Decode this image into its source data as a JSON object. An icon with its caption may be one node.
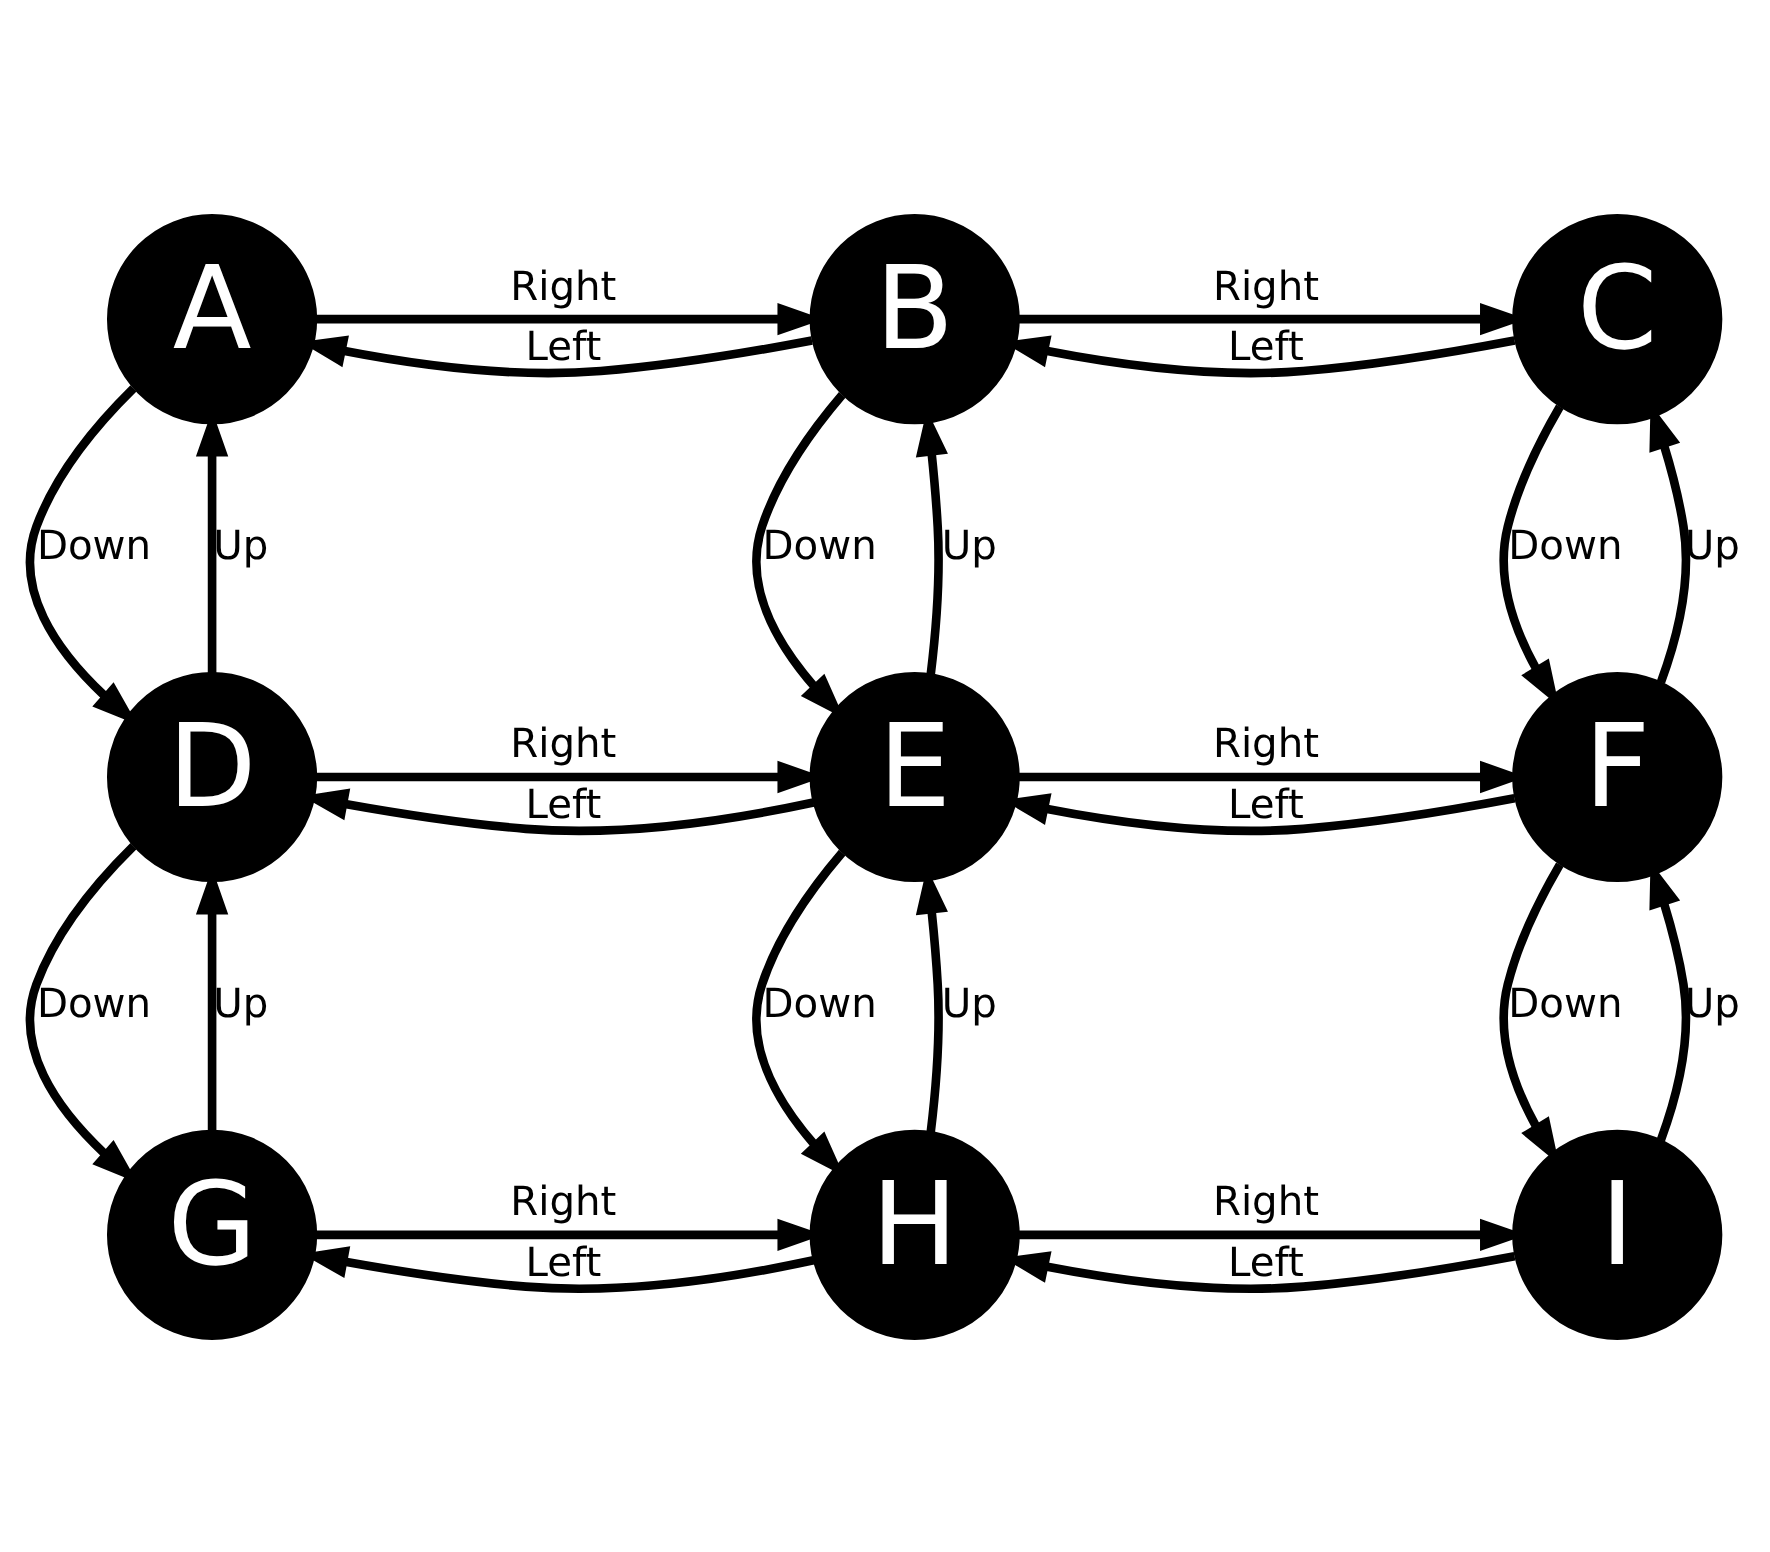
{
  "diagram": {
    "nodes": [
      {
        "text": [
          "A"
        ]
      },
      {
        "text": [
          "B"
        ]
      },
      {
        "text": [
          "C"
        ]
      },
      {
        "text": [
          "D"
        ]
      },
      {
        "text": [
          "E"
        ]
      },
      {
        "text": [
          "F"
        ]
      },
      {
        "text": [
          "G"
        ]
      },
      {
        "text": [
          "H"
        ]
      },
      {
        "text": [
          "I"
        ]
      }
    ],
    "edges": [
      {
        "from": 0,
        "to": 1,
        "arrow": "to",
        "label": "Right"
      },
      {
        "from": 1,
        "to": 2,
        "arrow": "to",
        "label": "Right"
      },
      {
        "from": 1,
        "to": 0,
        "arrow": "to",
        "label": "Left"
      },
      {
        "from": 2,
        "to": 1,
        "arrow": "to",
        "label": "Left"
      },
      {
        "from": 3,
        "to": 0,
        "arrow": "to",
        "label": "Up"
      },
      {
        "from": 0,
        "to": 3,
        "arrow": "to",
        "label": "Down"
      },
      {
        "from": 4,
        "to": 1,
        "arrow": "to",
        "label": "Up"
      },
      {
        "from": 1,
        "to": 4,
        "arrow": "to",
        "label": "Down"
      },
      {
        "from": 5,
        "to": 2,
        "arrow": "to",
        "label": "Up"
      },
      {
        "from": 2,
        "to": 5,
        "arrow": "to",
        "label": "Down"
      },
      {
        "from": 3,
        "to": 4,
        "arrow": "to",
        "label": "Right"
      },
      {
        "from": 4,
        "to": 5,
        "arrow": "to",
        "label": "Right"
      },
      {
        "from": 4,
        "to": 3,
        "arrow": "to",
        "label": "Left"
      },
      {
        "from": 5,
        "to": 4,
        "arrow": "to",
        "label": "Left"
      },
      {
        "from": 6,
        "to": 3,
        "arrow": "to",
        "label": "Up"
      },
      {
        "from": 3,
        "to": 6,
        "arrow": "to",
        "label": "Down"
      },
      {
        "from": 7,
        "to": 4,
        "arrow": "to",
        "label": "Up"
      },
      {
        "from": 4,
        "to": 7,
        "arrow": "to",
        "label": "Down"
      },
      {
        "from": 8,
        "to": 5,
        "arrow": "to",
        "label": "Up"
      },
      {
        "from": 5,
        "to": 8,
        "arrow": "to",
        "label": "Down"
      },
      {
        "from": 6,
        "to": 7,
        "arrow": "to",
        "label": "Right"
      },
      {
        "from": 7,
        "to": 8,
        "arrow": "to",
        "label": "Right"
      },
      {
        "from": 7,
        "to": 6,
        "arrow": "to",
        "label": "Left"
      },
      {
        "from": 8,
        "to": 7,
        "arrow": "to",
        "label": "Left"
      }
    ]
  }
}
